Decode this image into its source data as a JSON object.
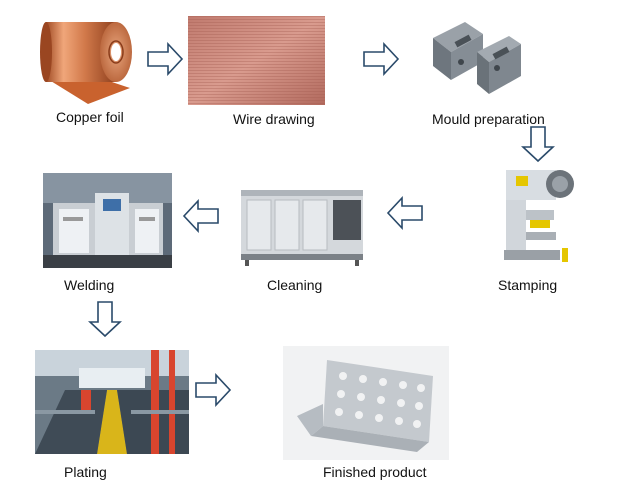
{
  "steps": [
    {
      "id": "copper-foil",
      "label": "Copper foil"
    },
    {
      "id": "wire-drawing",
      "label": "Wire drawing"
    },
    {
      "id": "mould-preparation",
      "label": "Mould preparation"
    },
    {
      "id": "stamping",
      "label": "Stamping"
    },
    {
      "id": "cleaning",
      "label": "Cleaning"
    },
    {
      "id": "welding",
      "label": "Welding"
    },
    {
      "id": "plating",
      "label": "Plating"
    },
    {
      "id": "finished-product",
      "label": "Finished product"
    }
  ],
  "arrows": [
    {
      "from": "copper-foil",
      "to": "wire-drawing",
      "direction": "right"
    },
    {
      "from": "wire-drawing",
      "to": "mould-preparation",
      "direction": "right"
    },
    {
      "from": "mould-preparation",
      "to": "stamping",
      "direction": "down"
    },
    {
      "from": "stamping",
      "to": "cleaning",
      "direction": "left"
    },
    {
      "from": "cleaning",
      "to": "welding",
      "direction": "left"
    },
    {
      "from": "welding",
      "to": "plating",
      "direction": "down"
    },
    {
      "from": "plating",
      "to": "finished-product",
      "direction": "right"
    }
  ],
  "colors": {
    "arrow_stroke": "#2a4a6a",
    "arrow_fill": "#ffffff",
    "copper": "#d0794a",
    "steel": "#b8bcc2"
  }
}
